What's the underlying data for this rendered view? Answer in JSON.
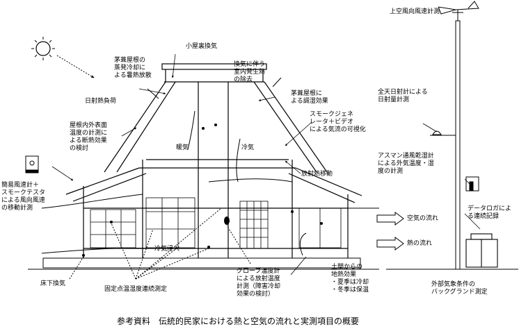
{
  "caption": "参考資料　伝統的民家における熱と空気の流れと実測項目の概要",
  "labels": {
    "upper_wind": "上空風向風速計測",
    "small_roof_vent": "小屋裏換気",
    "thatch_evap": "茅葺屋根の\n蒸発冷却に\nよる暑熱放散",
    "vent_heat_removal": "換気に伴う\n室内発生熱\nの除去",
    "thatch_humidity": "茅葺屋根に\nよる調湿効果",
    "solar_load": "日射熱負荷",
    "roof_surface_temp": "屋根内外表面\n温度の計測に\nよる断熱効果\nの検討",
    "smoke_gen": "スモークジェネ\nレータ＋ビデオ\nによる気流の可視化",
    "warm_air": "暖気",
    "cool_air": "冷気",
    "radiant_transfer": "放射熱移動",
    "solar_meter": "全天日射計による\n日射量計測",
    "assmann": "アスマン通風乾湿計\nによる外気温度・湿\n度の計測",
    "anemometer": "簡易風速計＋\nスモークテスタ\nによる風向風速\nの移動計測",
    "datalogger": "データロガによ\nる連続記録",
    "air_flow": "空気の流れ",
    "heat_flow": "熱の流れ",
    "cold_intrusion": "冷気浸入",
    "underfloor_vent": "床下換気",
    "fixed_point": "固定点温湿度連続測定",
    "globe_thermo": "グローブ温度計\nによる放射温度\n計測（障害冷却\n効果の検討）",
    "ground_effect": "土間からの\n地熱効果\n・夏季は冷却\n・冬季は保温",
    "background": "外部気象条件の\nバックグランド測定"
  },
  "icons": [
    "sun-icon",
    "wind-vane-icon",
    "pyranometer-icon",
    "psychrometer-icon",
    "data-logger-icon",
    "video-camera-icon",
    "globe-thermometer-icon"
  ]
}
